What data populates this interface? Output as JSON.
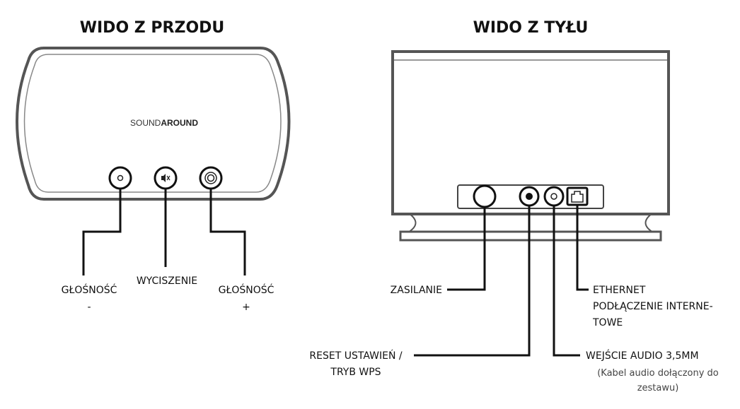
{
  "front_view": {
    "title": "WIDO Z PRZODU",
    "brand_light": "SOUND",
    "brand_bold": "AROUND",
    "labels": {
      "volume_down": "GŁOŚNOŚĆ",
      "volume_down_sign": "-",
      "mute": "WYCISZENIE",
      "volume_up": "GŁOŚNOŚĆ",
      "volume_up_sign": "+"
    }
  },
  "rear_view": {
    "title": "WIDO Z TYŁU",
    "labels": {
      "power": "ZASILANIE",
      "reset_line1": "RESET USTAWIEŃ /",
      "reset_line2": "TRYB WPS",
      "ethernet_line1": "ETHERNET",
      "ethernet_line2": "PODŁĄCZENIE INTERNE-",
      "ethernet_line3": "TOWE",
      "audio_in": "WEJŚCIE AUDIO 3,5MM",
      "audio_note_line1": "(Kabel audio dołączony do",
      "audio_note_line2": "zestawu)"
    }
  },
  "colors": {
    "outline": "#555555",
    "leader_line": "#111111",
    "background": "#ffffff"
  },
  "icons": {
    "volume_down": "small-circle-icon",
    "mute": "speaker-muted-icon",
    "volume_up": "concentric-circle-icon",
    "power": "power-socket-icon",
    "reset": "reset-dot-icon",
    "audio": "audio-jack-icon",
    "ethernet": "ethernet-port-icon"
  }
}
